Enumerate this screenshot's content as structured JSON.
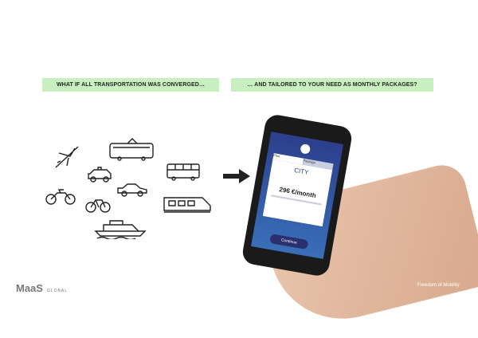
{
  "banners": {
    "left": "WHAT IF ALL TRANSPORTATION WAS CONVERGED…",
    "right": "… AND TAILORED TO YOUR NEED AS MONTHLY PACKAGES?"
  },
  "phone": {
    "tab1": "Plan",
    "tab2": "Package",
    "city": "CITY",
    "price": "296 €/month",
    "continue": "Continue"
  },
  "logo": {
    "brand": "MaaS",
    "sub": "GLOBAL"
  },
  "tagline": "Freedom of Mobility"
}
